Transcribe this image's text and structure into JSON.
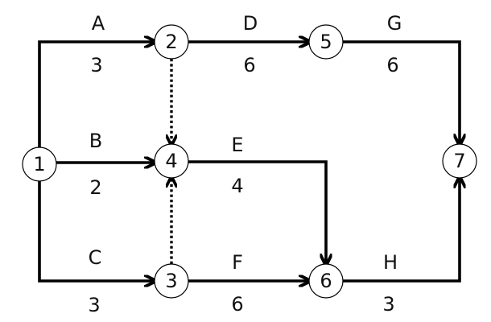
{
  "style": {
    "line_color": "#000000",
    "text_color": "#111111",
    "node_fill": "#ffffff"
  },
  "nodes": [
    {
      "id": "1",
      "label": "1"
    },
    {
      "id": "2",
      "label": "2"
    },
    {
      "id": "3",
      "label": "3"
    },
    {
      "id": "4",
      "label": "4"
    },
    {
      "id": "5",
      "label": "5"
    },
    {
      "id": "6",
      "label": "6"
    },
    {
      "id": "7",
      "label": "7"
    }
  ],
  "activities": [
    {
      "from": "1",
      "to": "2",
      "label": "A",
      "duration": "3"
    },
    {
      "from": "1",
      "to": "4",
      "label": "B",
      "duration": "2"
    },
    {
      "from": "1",
      "to": "3",
      "label": "C",
      "duration": "3"
    },
    {
      "from": "2",
      "to": "5",
      "label": "D",
      "duration": "6"
    },
    {
      "from": "4",
      "to": "6",
      "label": "E",
      "duration": "4"
    },
    {
      "from": "3",
      "to": "6",
      "label": "F",
      "duration": "6"
    },
    {
      "from": "5",
      "to": "7",
      "label": "G",
      "duration": "6"
    },
    {
      "from": "6",
      "to": "7",
      "label": "H",
      "duration": "3"
    }
  ],
  "dummy_activities": [
    {
      "from": "2",
      "to": "4"
    },
    {
      "from": "3",
      "to": "4"
    }
  ]
}
